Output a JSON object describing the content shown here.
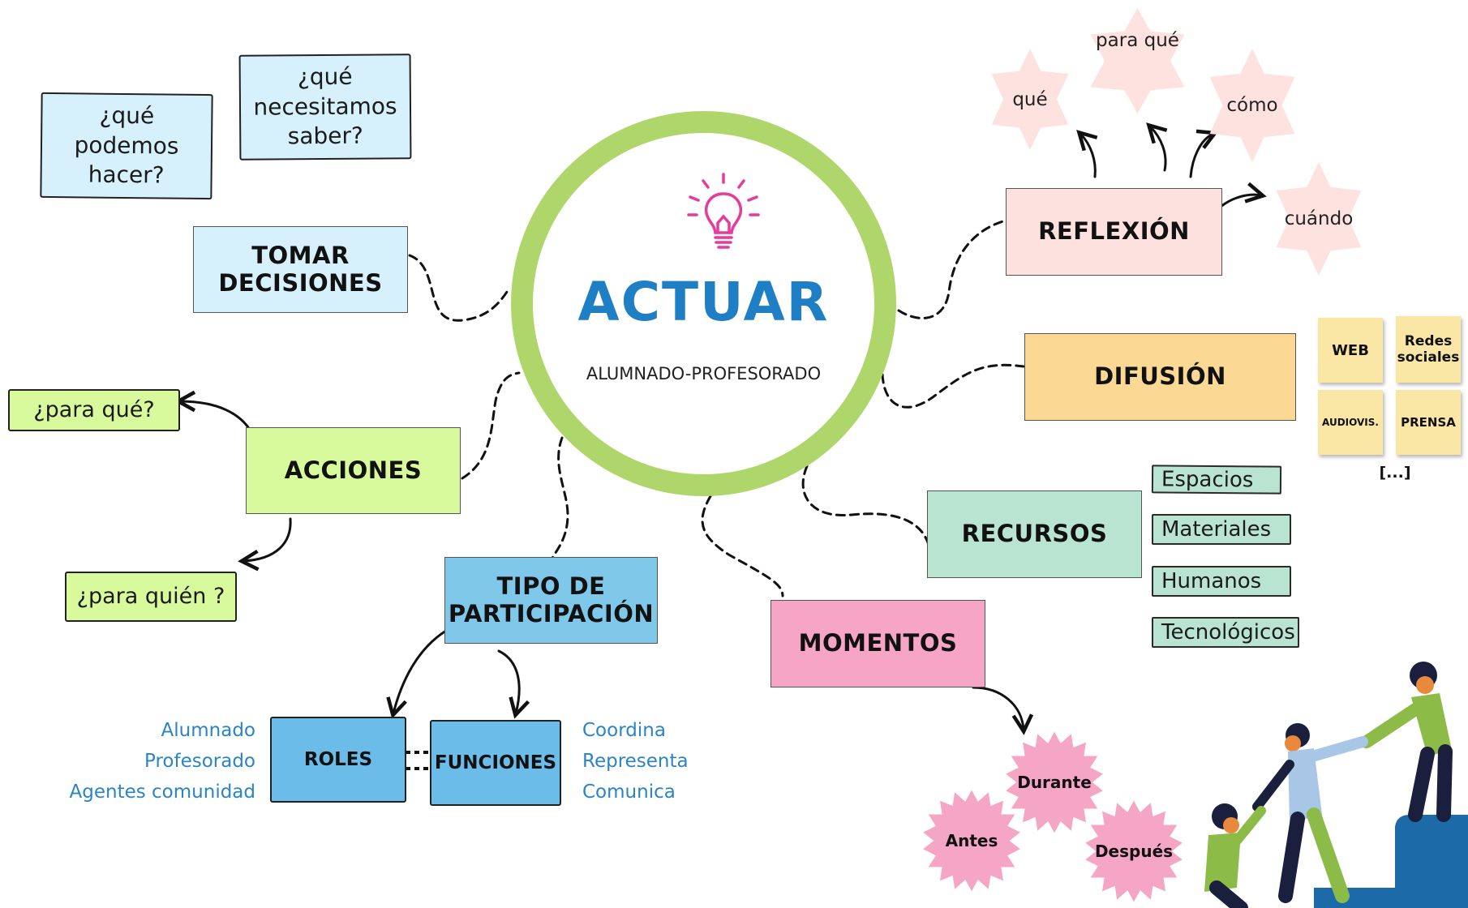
{
  "center": {
    "title": "ACTUAR",
    "subtitle": "ALUMNADO-PROFESORADO"
  },
  "branches": {
    "tomar": "TOMAR\nDECISIONES",
    "acciones": "ACCIONES",
    "tipo": "TIPO DE\nPARTICIPACIÓN",
    "momentos": "MOMENTOS",
    "recursos": "RECURSOS",
    "difusion": "DIFUSIÓN",
    "reflexion": "REFLEXIÓN"
  },
  "questions": {
    "que_podemos": "¿qué\npodemos\nhacer?",
    "que_necesitamos": "¿qué\nnecesitamos\nsaber?",
    "para_que": "¿para qué?",
    "para_quien": "¿para quién ?"
  },
  "participation": {
    "roles": "ROLES",
    "funciones": "FUNCIONES",
    "roles_items": [
      "Alumnado",
      "Profesorado",
      "Agentes comunidad"
    ],
    "funciones_items": [
      "Coordina",
      "Representa",
      "Comunica"
    ]
  },
  "reflexion_words": [
    "qué",
    "para qué",
    "cómo",
    "cuándo"
  ],
  "difusion_notes": [
    "WEB",
    "Redes\nsociales",
    "AUDIOVIS.",
    "PRENSA"
  ],
  "difusion_more": "[...]",
  "recursos_items": [
    "Espacios",
    "Materiales",
    "Humanos",
    "Tecnológicos"
  ],
  "momentos_items": [
    "Durante",
    "Antes",
    "Después"
  ],
  "colors": {
    "ring": "#aed66b",
    "title": "#1f7fc4",
    "bulb": "#e63b9a",
    "light_blue": "#d6f1fb",
    "lime": "#d8f99c",
    "tipo_blue": "#7fc8ea",
    "roles_blue": "#6cbcea",
    "pink": "#f6a5c5",
    "mint": "#b9e4d2",
    "peach": "#f7a96c",
    "reflexion_fill": "#fde1df",
    "star": "#fde2e0",
    "seal": "#f5a6c4",
    "difusion_fill": "#fbd994",
    "list_text": "#2b84c4"
  }
}
